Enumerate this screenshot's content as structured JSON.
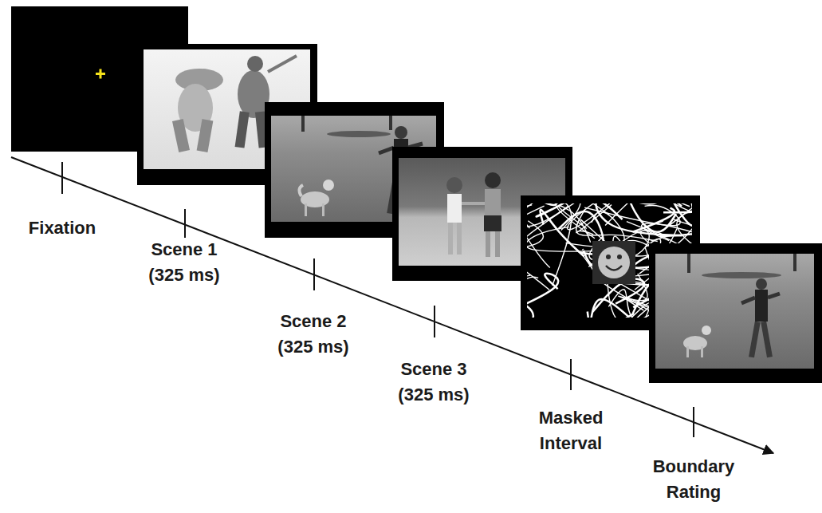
{
  "diagram": {
    "labels": [
      "Fixation",
      "Scene 1 (325 ms)",
      "Scene 2 (325 ms)",
      "Scene 3 (325 ms)",
      "Masked Interval",
      "Boundary Rating"
    ]
  }
}
